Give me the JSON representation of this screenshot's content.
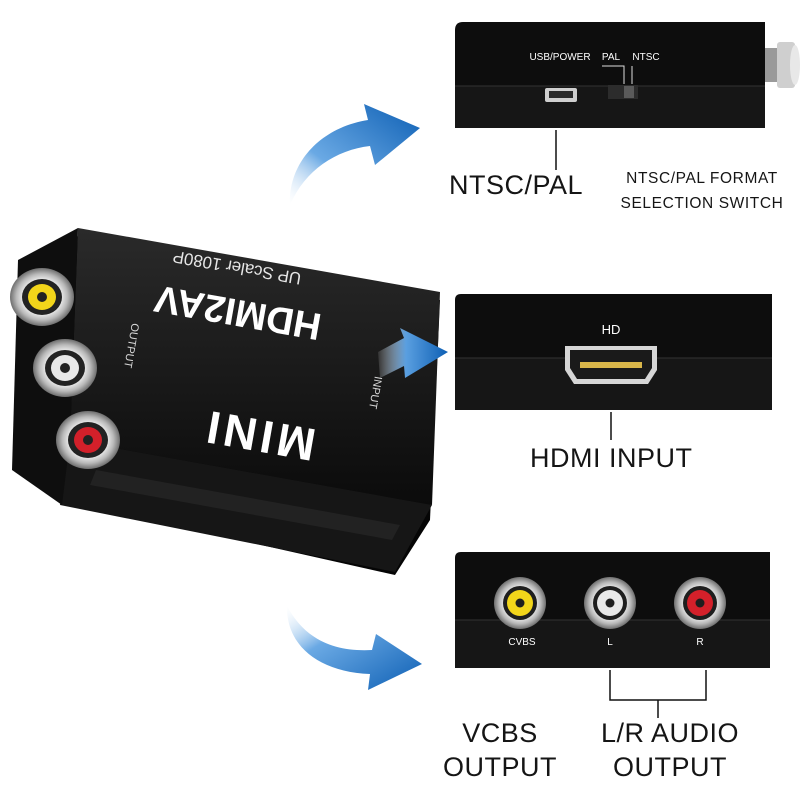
{
  "device": {
    "brand": "MINI",
    "model": "HDMI2AV",
    "subtitle": "UP Scaler 1080P",
    "side_output": "OUTPUT",
    "side_input": "INPUT"
  },
  "panels": {
    "top": {
      "usb_label": "USB/POWER",
      "pal_label": "PAL",
      "ntsc_label": "NTSC"
    },
    "middle": {
      "hd_label": "HD"
    },
    "bottom": {
      "cvbs_label": "CVBS",
      "l_label": "L",
      "r_label": "R"
    }
  },
  "captions": {
    "ntsc_pal": "NTSC/PAL",
    "switch_line1": "NTSC/PAL FORMAT",
    "switch_line2": "SELECTION SWITCH",
    "hdmi_input": "HDMI INPUT",
    "vcbs_line1": "VCBS",
    "vcbs_line2": "OUTPUT",
    "lr_line1": "L/R AUDIO",
    "lr_line2": "OUTPUT"
  },
  "colors": {
    "arrow_blue": "#1b6fc2",
    "body_black": "#121212",
    "jack_yellow": "#f2d51a",
    "jack_white": "#e8e8e8",
    "jack_red": "#d3202a"
  },
  "icons": [
    "curved-arrow-icon",
    "usb-port-icon",
    "hdmi-port-icon",
    "rca-jack-icon"
  ]
}
